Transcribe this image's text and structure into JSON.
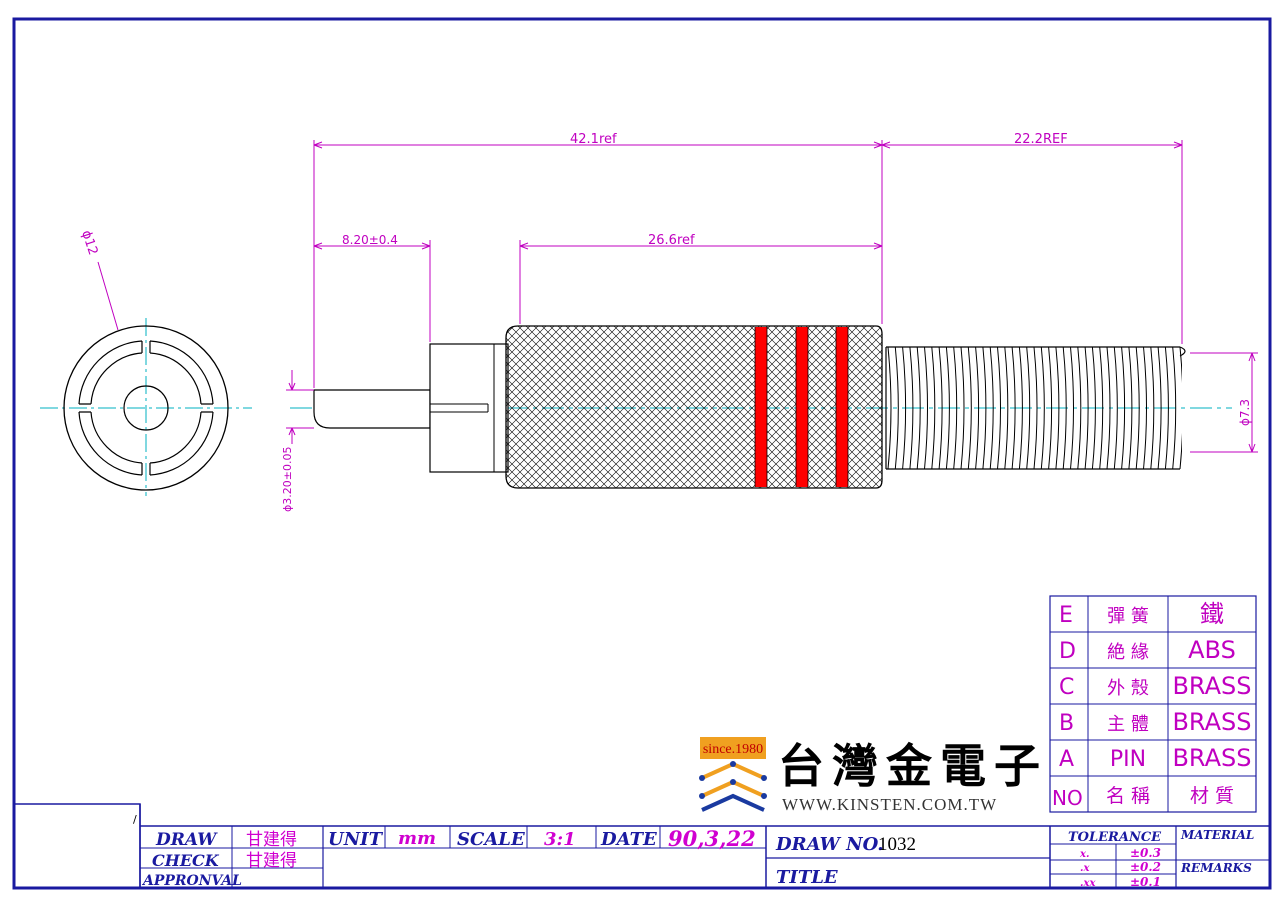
{
  "dimensions": {
    "overall": "42.1ref",
    "tail": "22.2REF",
    "pin_length": "8.20±0.4",
    "sleeve": "26.6ref",
    "end_diameter": "ϕ12",
    "pin_diameter": "ϕ3.20±0.05",
    "spring_diameter": "ϕ7.3"
  },
  "bom": {
    "rows": [
      {
        "id": "E",
        "name": "彈 簧",
        "material": "鐵"
      },
      {
        "id": "D",
        "name": "絶 緣",
        "material": "ABS"
      },
      {
        "id": "C",
        "name": "外 殼",
        "material": "BRASS"
      },
      {
        "id": "B",
        "name": "主 體",
        "material": "BRASS"
      },
      {
        "id": "A",
        "name": "PIN",
        "material": "BRASS"
      }
    ],
    "header": {
      "id": "NO",
      "name": "名 稱",
      "material": "材 質"
    }
  },
  "logo": {
    "since": "since.1980",
    "company": "台灣金電子",
    "url": "WWW.KINSTEN.COM.TW"
  },
  "title_block": {
    "draw_label": "DRAW",
    "draw_name": "甘建得",
    "check_label": "CHECK",
    "check_name": "甘建得",
    "approval_label": "APPRONVAL",
    "unit_label": "UNIT",
    "unit_value": "mm",
    "scale_label": "SCALE",
    "scale_value": "3:1",
    "date_label": "DATE",
    "date_value": "90,3,22",
    "drawno_label": "DRAW NO.",
    "drawno_value": "1032",
    "title_label": "TITLE",
    "tolerance_label": "TOLERANCE",
    "tolerance_rows": [
      {
        "fmt": "x.",
        "value": "±0.3"
      },
      {
        "fmt": ".x",
        "value": "±0.2"
      },
      {
        "fmt": ".xx",
        "value": "±0.1"
      }
    ],
    "material_label": "MATERIAL",
    "remarks_label": "REMARKS",
    "corner_mark": "/"
  },
  "colors": {
    "border": "#1a1aa0",
    "dimension": "#c000c0",
    "centerline": "#00b0c0",
    "stripe": "#ff0000"
  }
}
